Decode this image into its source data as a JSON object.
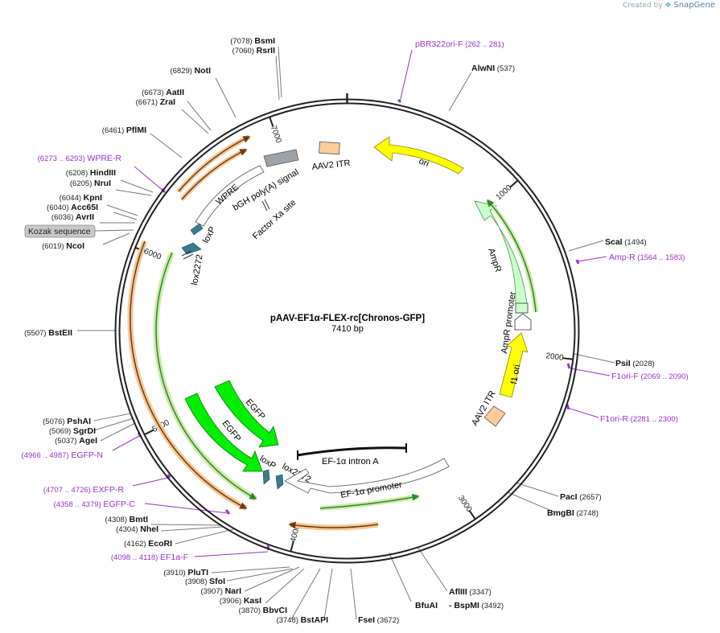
{
  "header": {
    "created_by": "Created by",
    "brand": "SnapGene"
  },
  "map": {
    "name": "pAAV-EF1α-FLEX-rc[Chronos-GFP]",
    "length_label": "7410 bp",
    "length": 7410,
    "ticks": [
      "1000",
      "2000",
      "3000",
      "4000",
      "5000",
      "6000",
      "7000"
    ],
    "sites": [
      {
        "name": "BsmI",
        "pos": "(7078)",
        "bp": 7078,
        "side": "left"
      },
      {
        "name": "RsrII",
        "pos": "(7060)",
        "bp": 7060,
        "side": "left"
      },
      {
        "name": "NotI",
        "pos": "(6829)",
        "bp": 6829,
        "side": "left"
      },
      {
        "name": "AatII",
        "pos": "(6673)",
        "bp": 6673,
        "side": "left"
      },
      {
        "name": "ZraI",
        "pos": "(6671)",
        "bp": 6671,
        "side": "left"
      },
      {
        "name": "PflMI",
        "pos": "(6461)",
        "bp": 6461,
        "side": "left"
      },
      {
        "name": "HindIII",
        "pos": "(6208)",
        "bp": 6208,
        "side": "left"
      },
      {
        "name": "NruI",
        "pos": "(6205)",
        "bp": 6205,
        "side": "left"
      },
      {
        "name": "KpnI",
        "pos": "(6044)",
        "bp": 6044,
        "side": "left"
      },
      {
        "name": "Acc65I",
        "pos": "(6040)",
        "bp": 6040,
        "side": "left"
      },
      {
        "name": "AvrII",
        "pos": "(6036)",
        "bp": 6036,
        "side": "left"
      },
      {
        "name": "NcoI",
        "pos": "(6019)",
        "bp": 6019,
        "side": "left"
      },
      {
        "name": "BstEII",
        "pos": "(5507)",
        "bp": 5507,
        "side": "left"
      },
      {
        "name": "PshAI",
        "pos": "(5076)",
        "bp": 5076,
        "side": "left"
      },
      {
        "name": "SgrDI",
        "pos": "(5069)",
        "bp": 5069,
        "side": "left"
      },
      {
        "name": "AgeI",
        "pos": "(5037)",
        "bp": 5037,
        "side": "left"
      },
      {
        "name": "BmtI",
        "pos": "(4308)",
        "bp": 4308,
        "side": "left"
      },
      {
        "name": "NheI",
        "pos": "(4304)",
        "bp": 4304,
        "side": "left"
      },
      {
        "name": "EcoRI",
        "pos": "(4162)",
        "bp": 4162,
        "side": "left"
      },
      {
        "name": "PluTI",
        "pos": "(3910)",
        "bp": 3910,
        "side": "left"
      },
      {
        "name": "SfoI",
        "pos": "(3908)",
        "bp": 3908,
        "side": "left"
      },
      {
        "name": "NarI",
        "pos": "(3907)",
        "bp": 3907,
        "side": "left"
      },
      {
        "name": "KasI",
        "pos": "(3906)",
        "bp": 3906,
        "side": "left"
      },
      {
        "name": "BbvCI",
        "pos": "(3870)",
        "bp": 3870,
        "side": "left"
      },
      {
        "name": "BstAPI",
        "pos": "(3748)",
        "bp": 3748,
        "side": "left"
      },
      {
        "name": "FseI",
        "pos": "(3672)",
        "bp": 3672,
        "side": "right"
      },
      {
        "name": "BfuAI",
        "pos": "",
        "bp": 3492,
        "side": "right"
      },
      {
        "name": "- BspMI",
        "pos": "(3492)",
        "bp": 3492,
        "side": "right"
      },
      {
        "name": "AflIII",
        "pos": "(3347)",
        "bp": 3347,
        "side": "right"
      },
      {
        "name": "BmgBI",
        "pos": "(2748)",
        "bp": 2748,
        "side": "right"
      },
      {
        "name": "PacI",
        "pos": "(2657)",
        "bp": 2657,
        "side": "right"
      },
      {
        "name": "PsiI",
        "pos": "(2028)",
        "bp": 2028,
        "side": "right"
      },
      {
        "name": "ScaI",
        "pos": "(1494)",
        "bp": 1494,
        "side": "right"
      },
      {
        "name": "AlwNI",
        "pos": "(537)",
        "bp": 537,
        "side": "right"
      }
    ],
    "primers": [
      {
        "name": "pBR322ori-F",
        "range": "(262 .. 281)",
        "bp": 271
      },
      {
        "name": "Amp-R",
        "range": "(1564 .. 1583)",
        "bp": 1573
      },
      {
        "name": "F1ori-F",
        "range": "(2069 .. 2090)",
        "bp": 2079
      },
      {
        "name": "F1ori-R",
        "range": "(2281 .. 2300)",
        "bp": 2290
      },
      {
        "name": "EF1a-F",
        "range": "(4098 .. 4118)",
        "bp": 4108
      },
      {
        "name": "EGFP-C",
        "range": "(4358 .. 4379)",
        "bp": 4368
      },
      {
        "name": "EXFP-R",
        "range": "(4707 .. 4726)",
        "bp": 4716
      },
      {
        "name": "EGFP-N",
        "range": "(4966 .. 4987)",
        "bp": 4976
      },
      {
        "name": "WPRE-R",
        "range": "(6273 .. 6293)",
        "bp": 6283
      }
    ],
    "feature_kozak": "Kozak sequence",
    "features": {
      "ori": "ori",
      "ampr": "AmpR",
      "ampr_promoter": "AmpR promoter",
      "f1_ori": "f1 ori",
      "aav2_itr_right": "AAV2 ITR",
      "aav2_itr_top": "AAV2 ITR",
      "ef1a_intron": "EF-1α intron A",
      "ef1a_promoter": "EF-1α promoter",
      "loxp_lower": "loxP",
      "lox2272_lower": "lox2272",
      "egfp_inner": "EGFP",
      "egfp_outer": "EGFP",
      "wpre": "WPRE",
      "bgh": "bGH poly(A) signal",
      "factor_xa": "Factor Xa site",
      "loxp_upper": "loxP",
      "lox2272_upper": "lox2272"
    },
    "colors": {
      "backbone": "#222222",
      "site_line": "#7a7a7a",
      "primer": "#9933cc",
      "ori": "#ffff00",
      "ampr": "#ccffcc",
      "egfp": "#00ee00",
      "itr": "#ffcc99",
      "lox": "#3a7b8c",
      "orf_orange": "#f5c896",
      "orf_green": "#cfe9a8",
      "bgh": "#9ea3a8"
    }
  }
}
